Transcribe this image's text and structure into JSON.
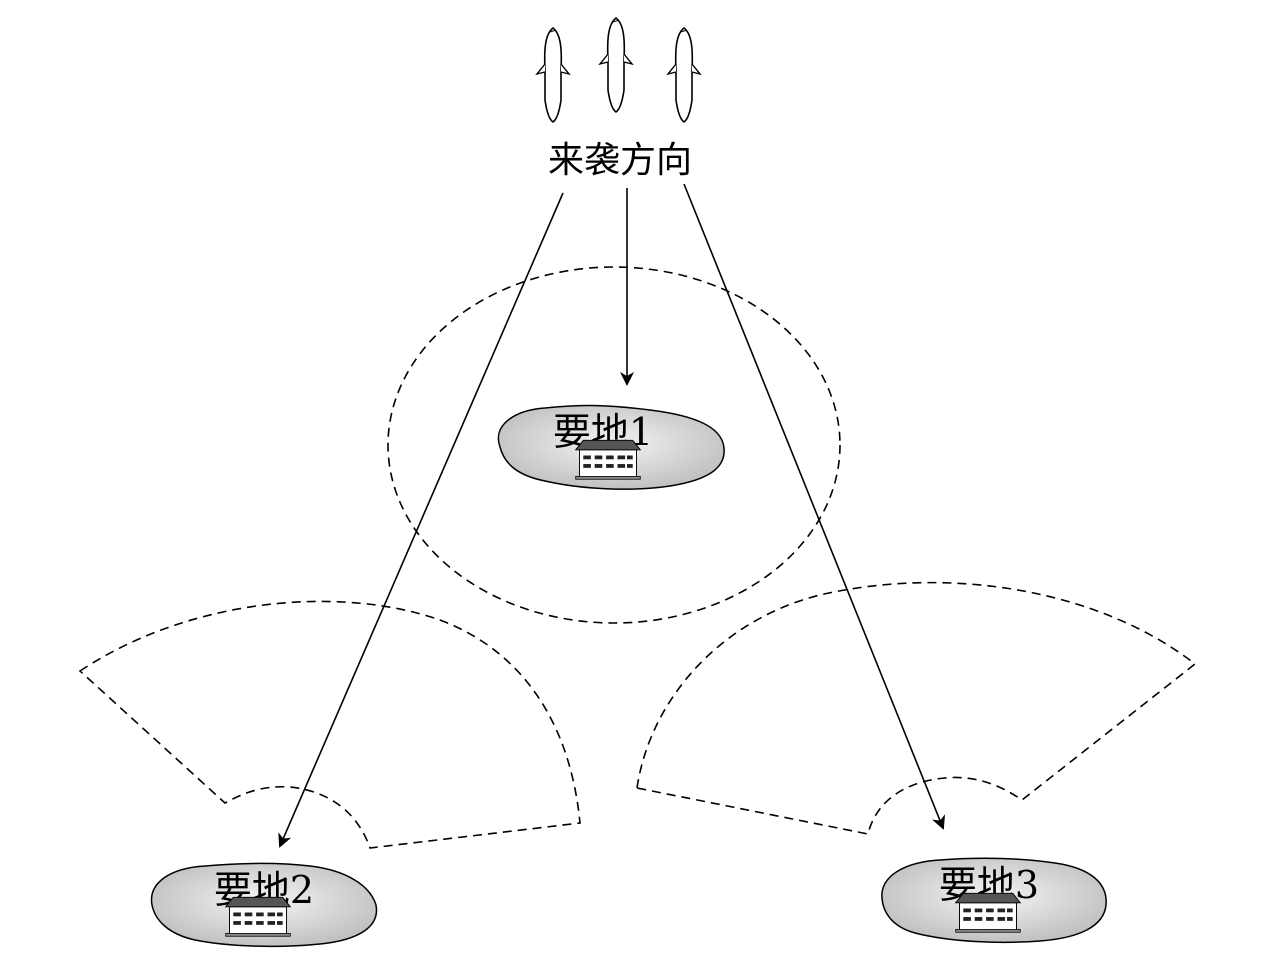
{
  "diagram": {
    "attack_label": "来袭方向",
    "sites": [
      {
        "id": "site-1",
        "label": "要地1"
      },
      {
        "id": "site-2",
        "label": "要地2"
      },
      {
        "id": "site-3",
        "label": "要地3"
      }
    ],
    "colors": {
      "line": "#000000",
      "blob_fill_light": "#f2f2f2",
      "blob_fill_dark": "#bfbfbf",
      "missile_fill": "#ffffff"
    },
    "icons": [
      "missile-icon",
      "building-icon"
    ]
  }
}
